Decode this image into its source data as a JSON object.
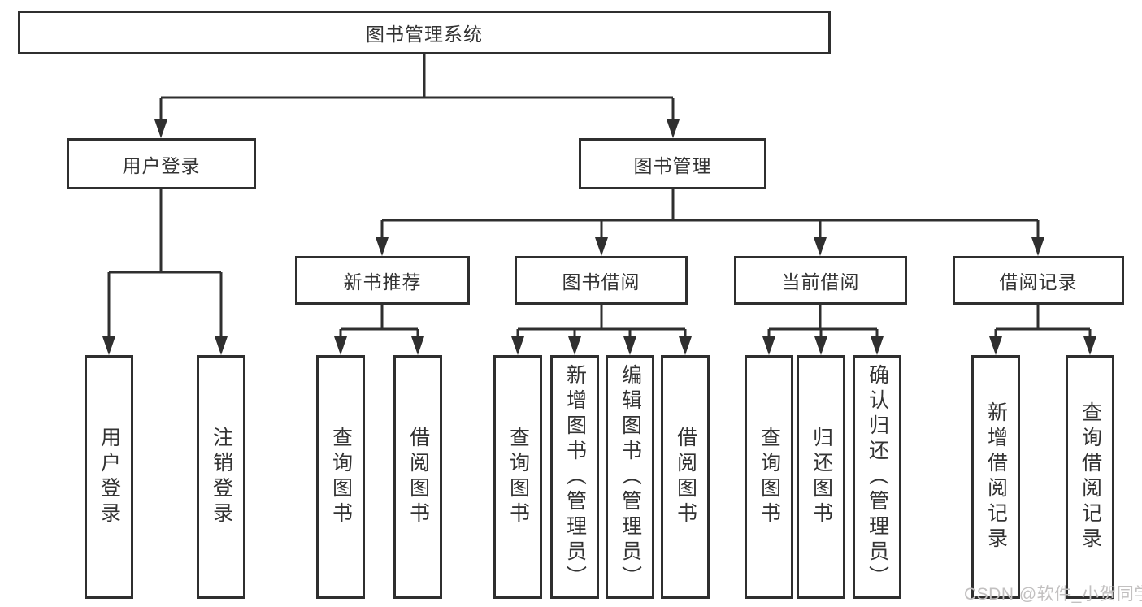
{
  "nodes": {
    "root": {
      "label": "图书管理系统"
    },
    "branches": [
      {
        "label": "用户登录"
      },
      {
        "label": "图书管理"
      }
    ],
    "modules": [
      {
        "label": "新书推荐",
        "parent": "图书管理"
      },
      {
        "label": "图书借阅",
        "parent": "图书管理"
      },
      {
        "label": "当前借阅",
        "parent": "图书管理"
      },
      {
        "label": "借阅记录",
        "parent": "图书管理"
      }
    ],
    "leaves": [
      {
        "label": "用户登录",
        "parent": "用户登录"
      },
      {
        "label": "注销登录",
        "parent": "用户登录"
      },
      {
        "label": "查询图书",
        "parent": "新书推荐"
      },
      {
        "label": "借阅图书",
        "parent": "新书推荐"
      },
      {
        "label": "查询图书",
        "parent": "图书借阅"
      },
      {
        "label": "新增图书（管理员）",
        "parent": "图书借阅"
      },
      {
        "label": "编辑图书（管理员）",
        "parent": "图书借阅"
      },
      {
        "label": "借阅图书",
        "parent": "图书借阅"
      },
      {
        "label": "查询图书",
        "parent": "当前借阅"
      },
      {
        "label": "归还图书",
        "parent": "当前借阅"
      },
      {
        "label": "确认归还（管理员）",
        "parent": "当前借阅"
      },
      {
        "label": "新增借阅记录",
        "parent": "借阅记录"
      },
      {
        "label": "查询借阅记录",
        "parent": "借阅记录"
      }
    ]
  },
  "watermark": {
    "text": "CSDN @软件_小贺同学"
  },
  "colors": {
    "line": "#2f2f2f",
    "text": "#333333",
    "watermark": "#c2c0c0",
    "background": "#ffffff"
  }
}
